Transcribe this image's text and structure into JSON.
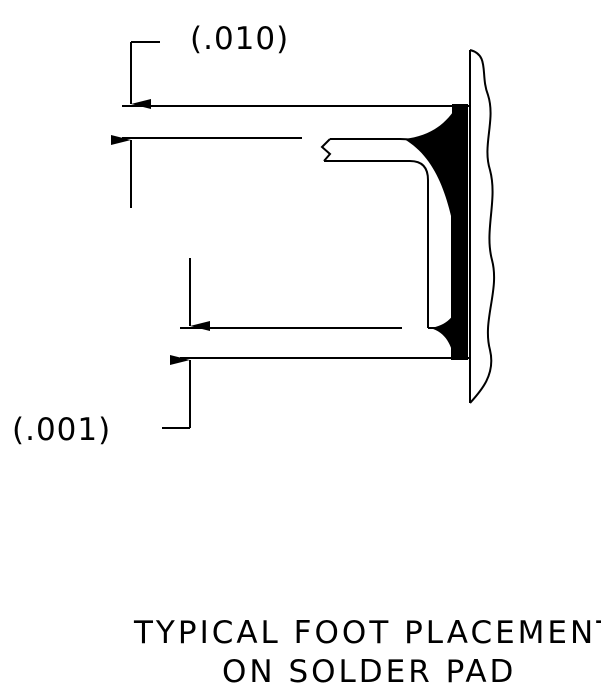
{
  "dimensions": {
    "top_gap": "(.010)",
    "bottom_gap": "(.001)"
  },
  "caption": {
    "line1": "TYPICAL FOOT PLACEMENT",
    "line2": "ON SOLDER PAD"
  },
  "colors": {
    "ink": "#000000",
    "paper": "#ffffff"
  }
}
